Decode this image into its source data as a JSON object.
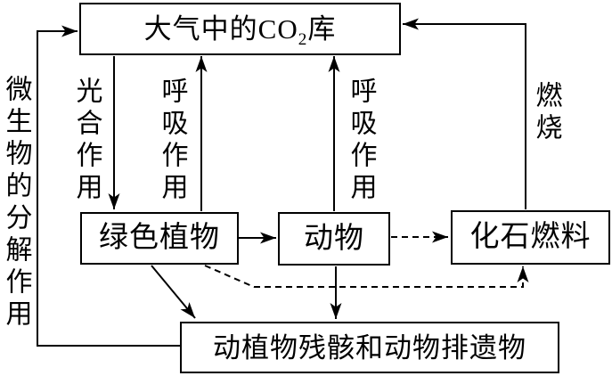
{
  "diagram": {
    "description": "carbon-cycle-diagram",
    "colors": {
      "line": "#000000",
      "background": "#ffffff",
      "text": "#000000"
    },
    "boxes": {
      "co2": {
        "prefix": "大气中的CO",
        "sub": "2",
        "suffix": "库"
      },
      "green_plants": "绿色植物",
      "animals": "动物",
      "fossil_fuels": "化石燃料",
      "remains": "动植物残骸和动物排遗物"
    },
    "labels": {
      "decomposition": "微生物的分解作用",
      "photosynthesis": "光合作用",
      "respiration_plants": "呼吸作用",
      "respiration_animals": "呼吸作用",
      "combustion": "燃烧"
    }
  }
}
